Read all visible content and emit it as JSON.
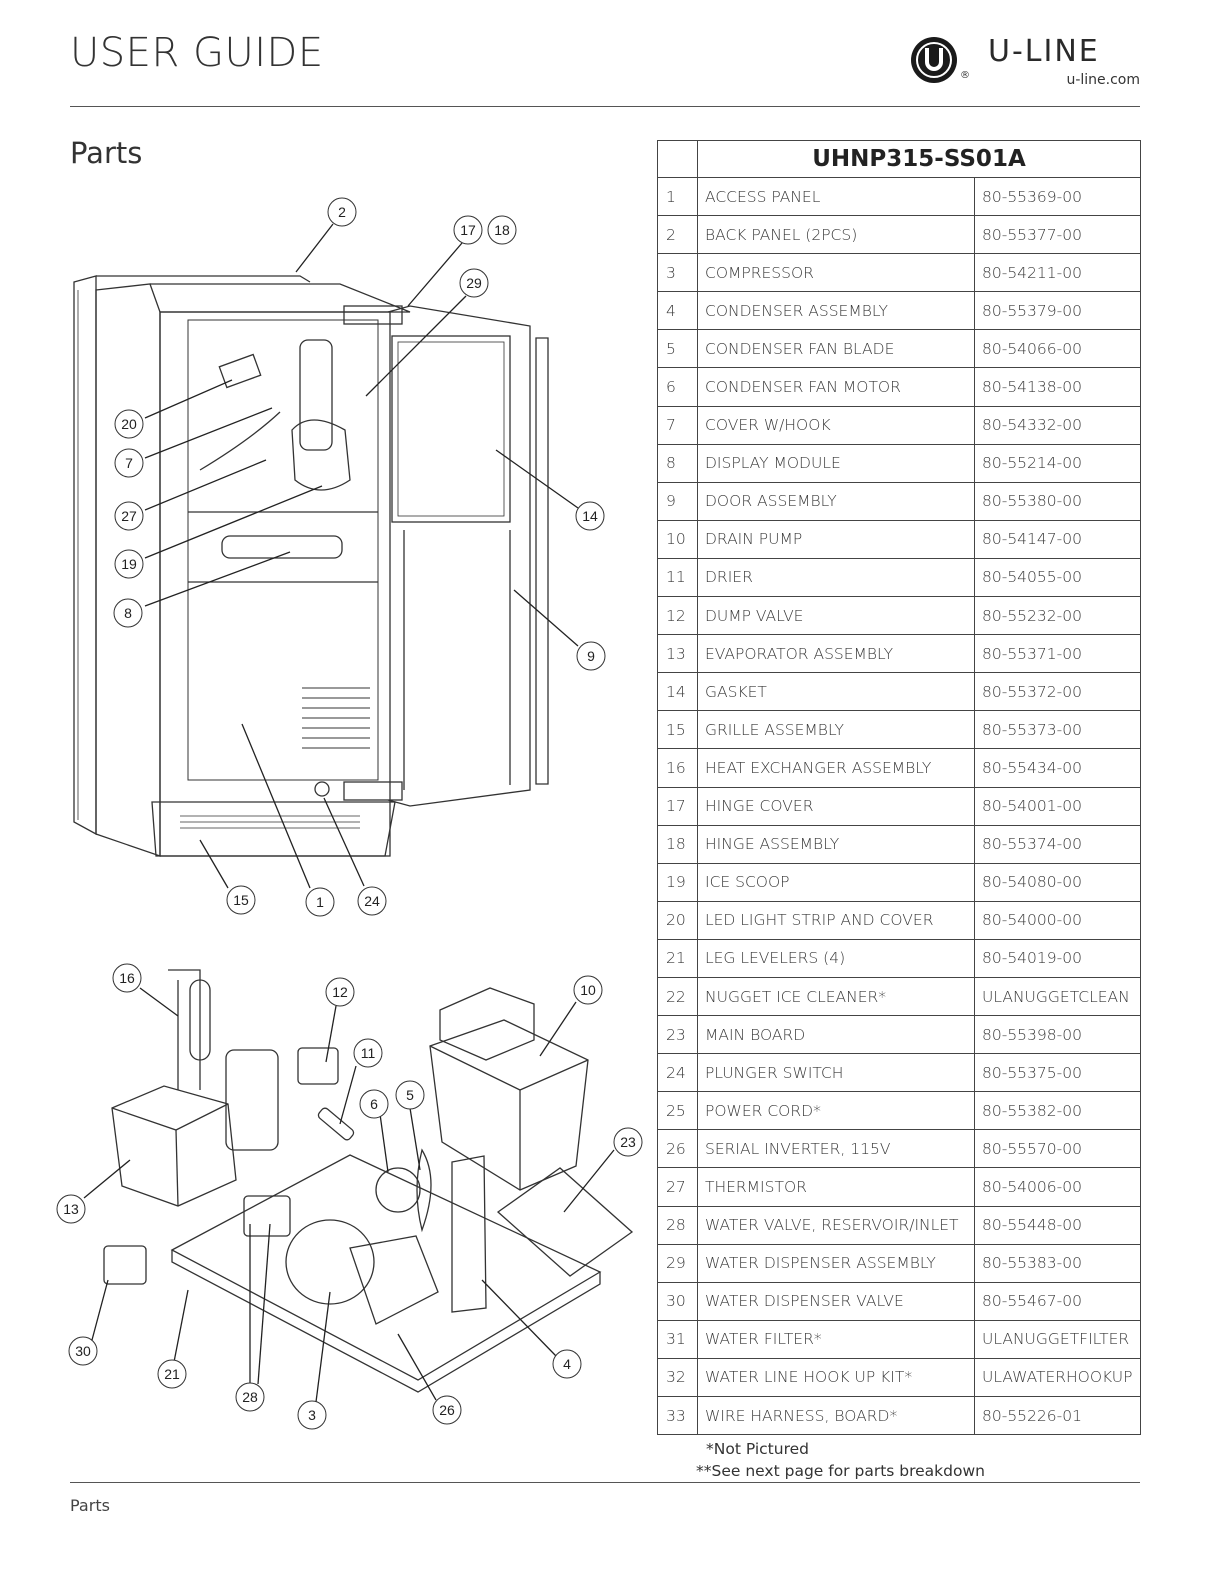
{
  "header": {
    "title": "USER GUIDE",
    "brand": "U-LINE",
    "site": "u-line.com",
    "reg": "®"
  },
  "section": {
    "title": "Parts"
  },
  "footer": {
    "label": "Parts"
  },
  "colors": {
    "text": "#3a3a3a",
    "rule": "#555555",
    "border": "#444444"
  },
  "diagram_top": {
    "callouts": [
      "2",
      "17",
      "18",
      "29",
      "20",
      "7",
      "27",
      "19",
      "8",
      "14",
      "9",
      "15",
      "1",
      "24"
    ]
  },
  "diagram_bottom": {
    "callouts": [
      "16",
      "12",
      "11",
      "10",
      "6",
      "5",
      "23",
      "13",
      "30",
      "21",
      "28",
      "3",
      "26",
      "4"
    ]
  },
  "table": {
    "model": "UHNP315-SS01A",
    "rows": [
      {
        "num": "1",
        "name": "ACCESS PANEL",
        "part": "80-55369-00"
      },
      {
        "num": "2",
        "name": "BACK PANEL (2PCS)",
        "part": "80-55377-00"
      },
      {
        "num": "3",
        "name": "COMPRESSOR",
        "part": "80-54211-00"
      },
      {
        "num": "4",
        "name": "CONDENSER ASSEMBLY",
        "part": "80-55379-00"
      },
      {
        "num": "5",
        "name": "CONDENSER FAN BLADE",
        "part": "80-54066-00"
      },
      {
        "num": "6",
        "name": "CONDENSER FAN MOTOR",
        "part": "80-54138-00"
      },
      {
        "num": "7",
        "name": "COVER W/HOOK",
        "part": "80-54332-00"
      },
      {
        "num": "8",
        "name": "DISPLAY MODULE",
        "part": "80-55214-00"
      },
      {
        "num": "9",
        "name": "DOOR ASSEMBLY",
        "part": "80-55380-00"
      },
      {
        "num": "10",
        "name": "DRAIN PUMP",
        "part": "80-54147-00"
      },
      {
        "num": "11",
        "name": "DRIER",
        "part": "80-54055-00"
      },
      {
        "num": "12",
        "name": "DUMP VALVE",
        "part": "80-55232-00"
      },
      {
        "num": "13",
        "name": "EVAPORATOR ASSEMBLY",
        "part": "80-55371-00"
      },
      {
        "num": "14",
        "name": "GASKET",
        "part": "80-55372-00"
      },
      {
        "num": "15",
        "name": "GRILLE ASSEMBLY",
        "part": "80-55373-00"
      },
      {
        "num": "16",
        "name": "HEAT EXCHANGER ASSEMBLY",
        "part": "80-55434-00"
      },
      {
        "num": "17",
        "name": "HINGE COVER",
        "part": "80-54001-00"
      },
      {
        "num": "18",
        "name": "HINGE ASSEMBLY",
        "part": "80-55374-00"
      },
      {
        "num": "19",
        "name": "ICE SCOOP",
        "part": "80-54080-00"
      },
      {
        "num": "20",
        "name": "LED LIGHT STRIP AND COVER",
        "part": "80-54000-00"
      },
      {
        "num": "21",
        "name": "LEG LEVELERS (4)",
        "part": "80-54019-00"
      },
      {
        "num": "22",
        "name": "NUGGET ICE CLEANER*",
        "part": "ULANUGGETCLEAN"
      },
      {
        "num": "23",
        "name": "MAIN BOARD",
        "part": "80-55398-00"
      },
      {
        "num": "24",
        "name": "PLUNGER SWITCH",
        "part": "80-55375-00"
      },
      {
        "num": "25",
        "name": "POWER CORD*",
        "part": "80-55382-00"
      },
      {
        "num": "26",
        "name": "SERIAL INVERTER, 115V",
        "part": "80-55570-00"
      },
      {
        "num": "27",
        "name": "THERMISTOR",
        "part": "80-54006-00"
      },
      {
        "num": "28",
        "name": "WATER VALVE, RESERVOIR/INLET",
        "part": "80-55448-00"
      },
      {
        "num": "29",
        "name": "WATER DISPENSER ASSEMBLY",
        "part": "80-55383-00"
      },
      {
        "num": "30",
        "name": "WATER DISPENSER VALVE",
        "part": "80-55467-00"
      },
      {
        "num": "31",
        "name": "WATER FILTER*",
        "part": "ULANUGGETFILTER"
      },
      {
        "num": "32",
        "name": "WATER LINE HOOK UP KIT*",
        "part": "ULAWATERHOOKUP"
      },
      {
        "num": "33",
        "name": "WIRE HARNESS, BOARD*",
        "part": "80-55226-01"
      }
    ],
    "notes": [
      "*Not Pictured",
      "**See next page for parts breakdown"
    ]
  }
}
